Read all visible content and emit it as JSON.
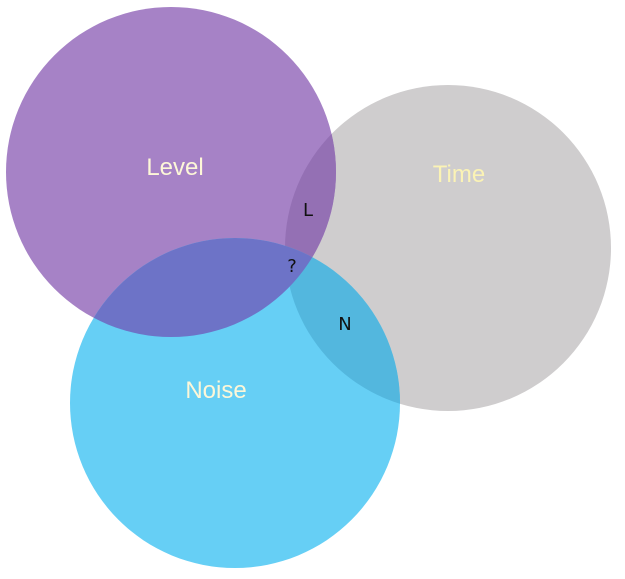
{
  "sets": {
    "level": {
      "label": "Level",
      "color": "#a682c6",
      "text_color": "#fdf7d8"
    },
    "time": {
      "label": "Time",
      "color": "#cfcdce",
      "text_color": "#fbf3b5"
    },
    "noise": {
      "label": "Noise",
      "color": "#66cff5",
      "text_color": "#fdf7d8"
    }
  },
  "intersections": {
    "level_time": {
      "label": "L",
      "color": "#9470b4"
    },
    "noise_time": {
      "label": "N",
      "color": "#53b7de"
    },
    "all": {
      "label": "?"
    },
    "level_noise": {
      "color": "#6d73c7"
    }
  }
}
